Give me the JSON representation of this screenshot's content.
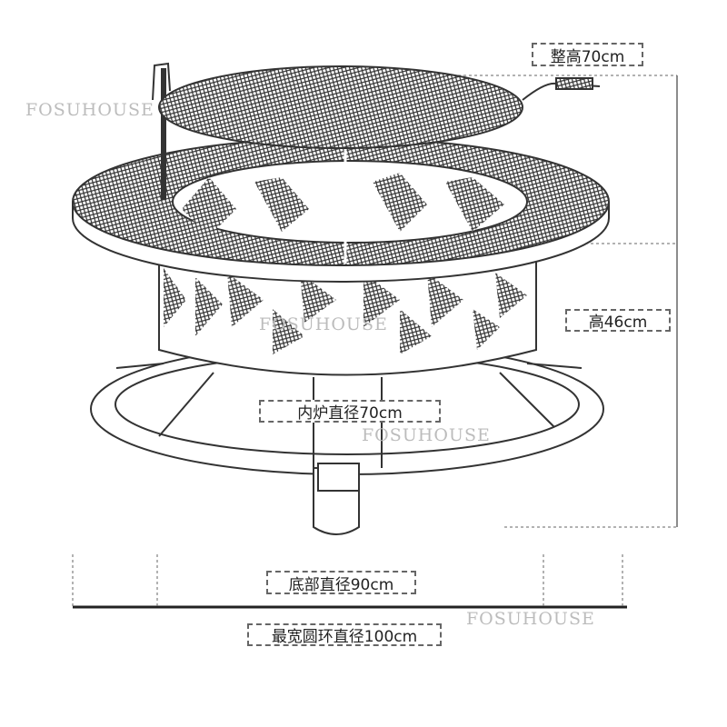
{
  "watermark": "FOSUHOUSE",
  "dimensions": {
    "total_height": "整高70cm",
    "height": "高46cm",
    "inner_diameter": "内炉直径70cm",
    "base_diameter": "底部直径90cm",
    "ring_diameter": "最宽圆环直径100cm"
  }
}
